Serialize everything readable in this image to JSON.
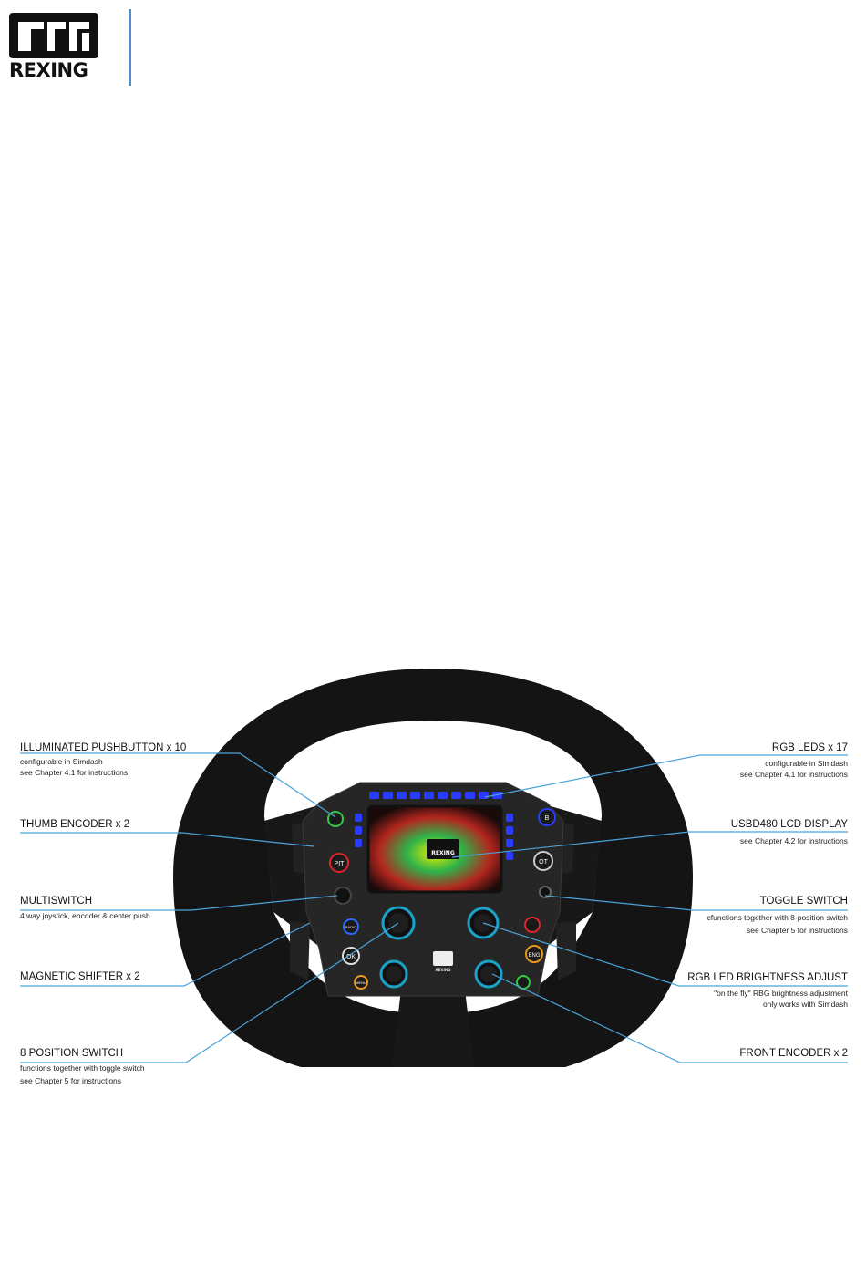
{
  "header": {
    "logo_text": "REXING",
    "colors": {
      "accent_rule": "#4a8fd1"
    }
  },
  "callouts": {
    "illuminated_pushbutton": {
      "title": "ILLUMINATED PUSHBUTTON x 10",
      "line1": "configurable in Simdash",
      "line2": "see Chapter 4.1 for instructions"
    },
    "thumb_encoder": {
      "title": "THUMB ENCODER x 2"
    },
    "multiswitch": {
      "title": "MULTISWITCH",
      "line1": "4 way joystick, encoder & center push"
    },
    "magnetic_shifter": {
      "title": "MAGNETIC SHIFTER x 2"
    },
    "position_switch": {
      "title": "8 POSITION SWITCH",
      "line1": "functions together with toggle switch",
      "line2": "see Chapter 5 for instructions"
    },
    "rgb_leds": {
      "title": "RGB LEDS x 17",
      "line1": "configurable in Simdash",
      "line2": "see Chapter 4.1 for instructions"
    },
    "lcd_display": {
      "title": "USBD480 LCD DISPLAY",
      "line1": "see Chapter 4.2 for instructions"
    },
    "toggle_switch": {
      "title": "TOGGLE SWITCH",
      "line1": "cfunctions together with 8-position switch",
      "line2": "see Chapter 5 for instructions"
    },
    "brightness_adjust": {
      "title": "RGB LED BRIGHTNESS ADJUST",
      "line1": "\"on the fly\" RBG brightness adjustment",
      "line2": "only works with Simdash"
    },
    "front_encoder": {
      "title": "FRONT ENCODER x 2"
    }
  },
  "wheel_buttons": {
    "pit": "PIT",
    "ok": "OK",
    "ot": "OT",
    "eng": "ENG",
    "b": "B",
    "radio": "RADIO",
    "menu": "MENU",
    "screen_logo": "REXING",
    "center_logo": "REXING"
  },
  "colors": {
    "callout_line": "#4aa3d9",
    "led_blue": "#2a3cff",
    "wheel_suede": "#141414",
    "faceplate": "#262626"
  }
}
